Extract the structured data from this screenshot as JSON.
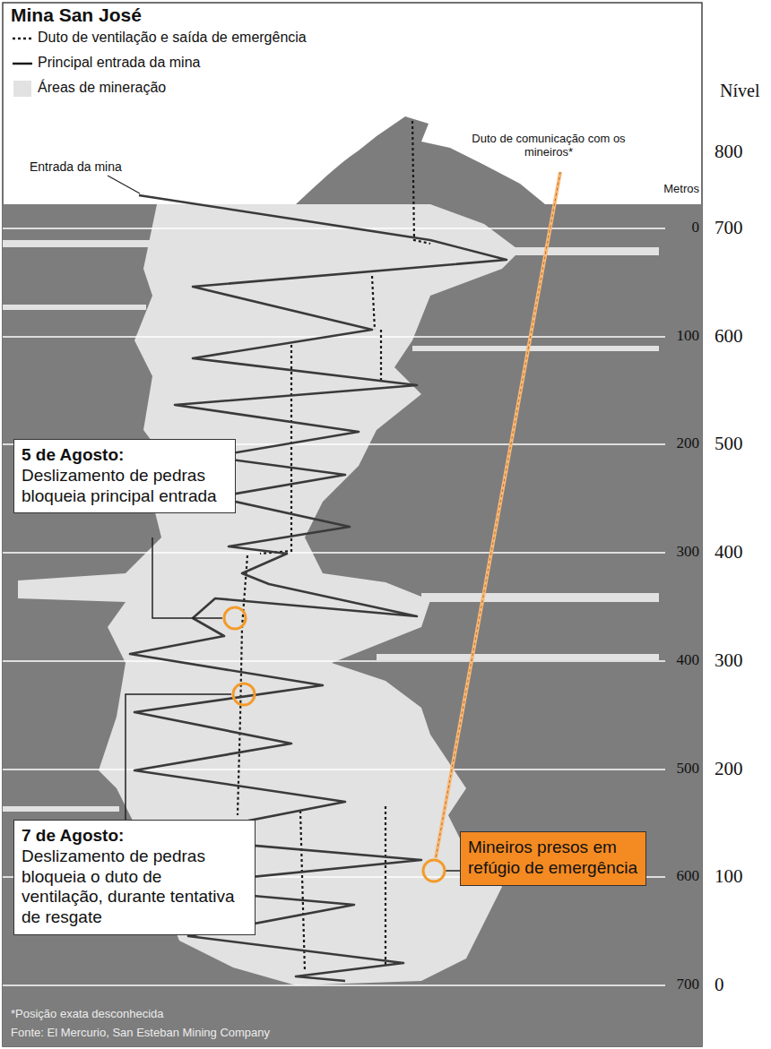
{
  "diagram": {
    "title": "Mina San José",
    "nodes": [
      {
        "text": [
          "5 de Agosto:",
          "Deslizamento de pedras bloqueia principal entrada"
        ]
      },
      {
        "text": [
          "7 de Agosto:",
          "Deslizamento de pedras bloqueia o duto de ventilação, durante tentativa de resgate"
        ]
      },
      {
        "text": [
          "Mineiros presos em refúgio de emergência"
        ]
      }
    ],
    "labels": [
      "Entrada da mina",
      "Duto de comunicação com os mineiros*",
      "Metros",
      "0",
      "100",
      "200",
      "300",
      "400",
      "500",
      "600",
      "700",
      "Nível",
      "800",
      "700",
      "600",
      "500",
      "400",
      "300",
      "200",
      "100",
      "0",
      "*Posição exata desconhecida",
      "Fonte: El Mercurio, San Esteban Mining Company"
    ],
    "legend": [
      {
        "text": "Duto de ventilação e saída de emergência"
      },
      {
        "text": "Principal entrada da mina"
      },
      {
        "text": "Áreas de mineração",
        "color": "#e2e2e2"
      }
    ]
  }
}
